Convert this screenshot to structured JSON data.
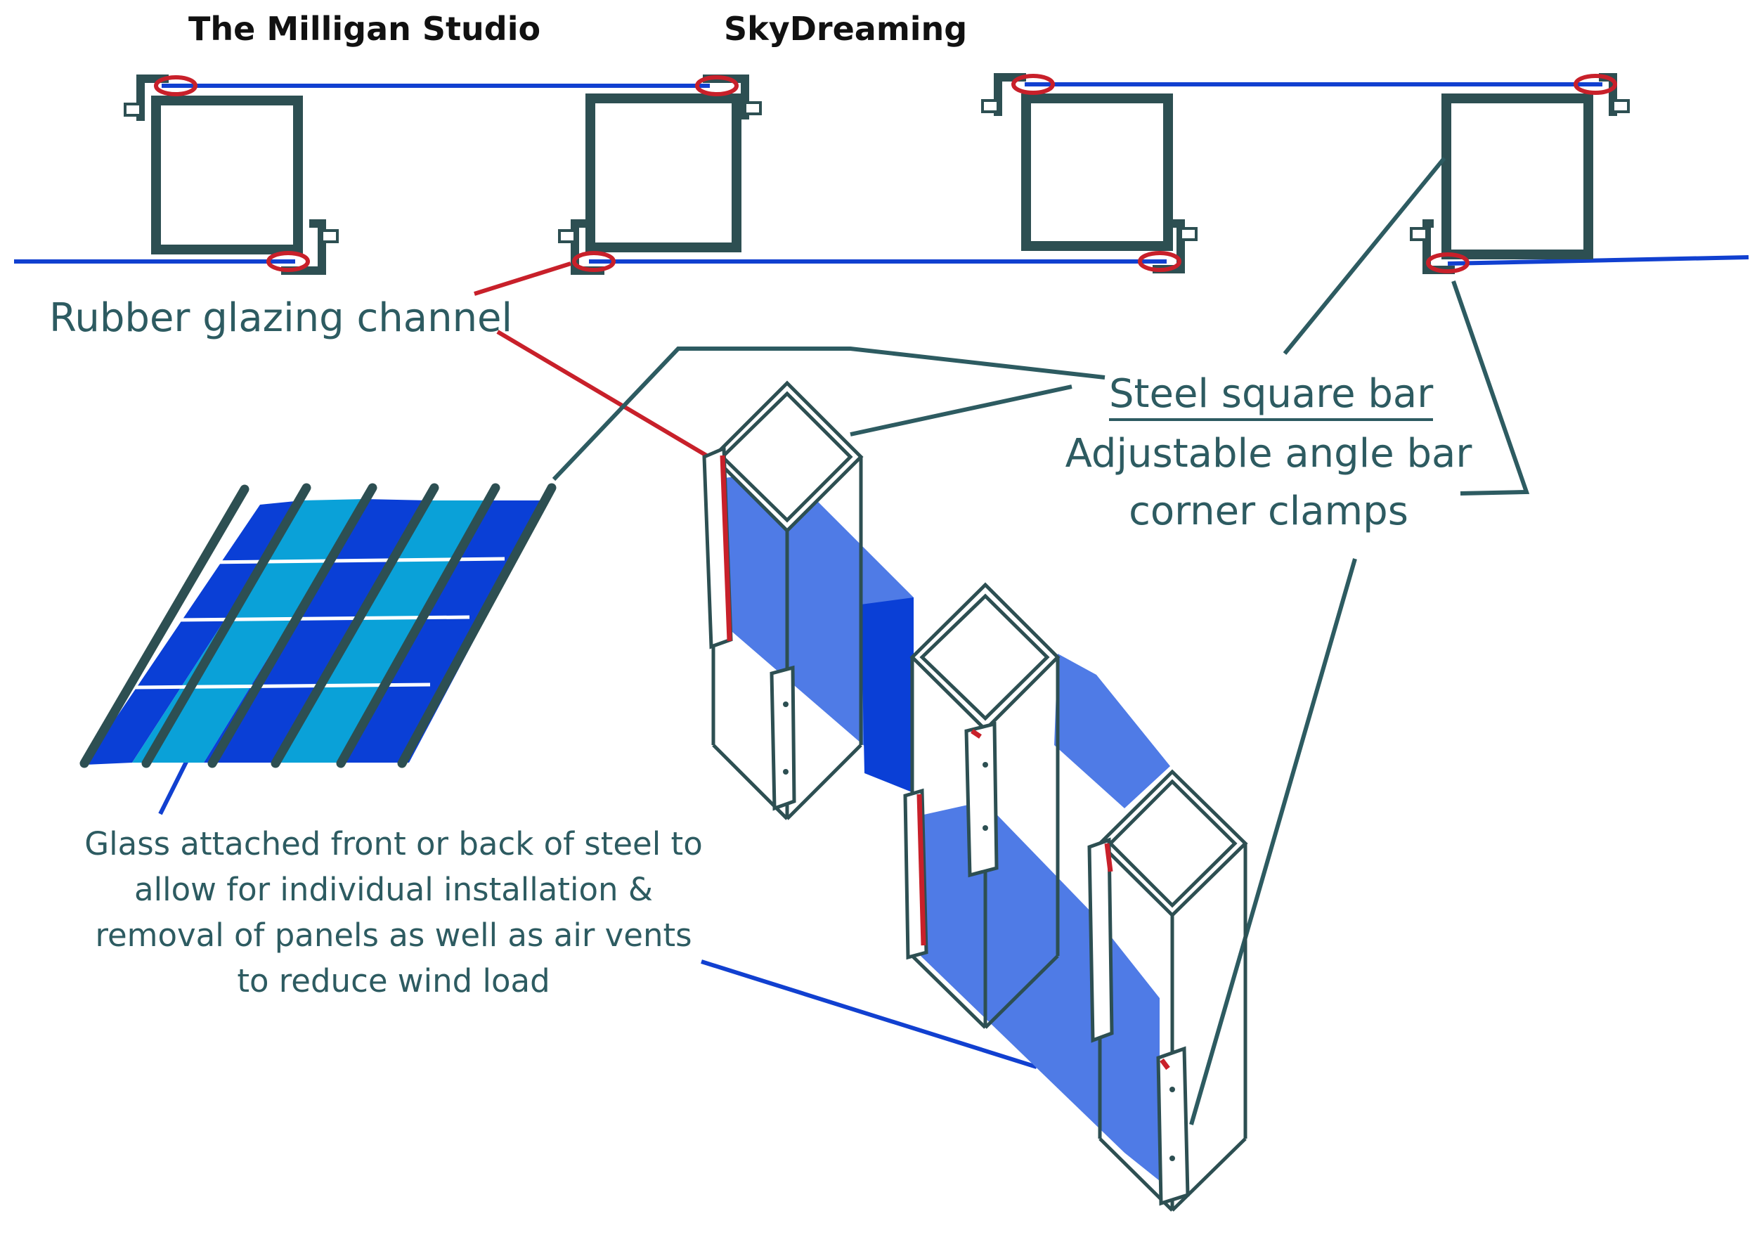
{
  "credits": {
    "studio": "The Milligan Studio",
    "project": "SkyDreaming"
  },
  "labels": {
    "rubber_channel": "Rubber glazing channel",
    "steel_bar": "Steel square bar",
    "clamps_line1": "Adjustable angle bar",
    "clamps_line2": "corner clamps",
    "glass_note": "Glass attached front or back of steel to allow for individual installation & removal of panels as well as air vents to reduce wind load"
  },
  "colors": {
    "steel": "#2d4f52",
    "label_text": "#2d5b61",
    "glass_dark": "#0a3fd6",
    "glass_light": "#0aa1d8",
    "glass_mid": "#4f7be6",
    "rubber": "#c8202a",
    "glazing_line": "#1140d0"
  }
}
